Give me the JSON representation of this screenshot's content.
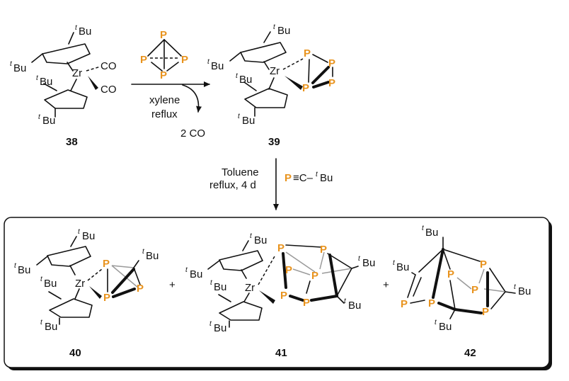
{
  "colors": {
    "phosphorus": "#E8931E",
    "bond": "#111111",
    "frame_shadow": "#111111"
  },
  "labels": {
    "tBu": "Bu",
    "t": "t",
    "Zr": "Zr",
    "CO": "CO",
    "P": "P",
    "plus": "+",
    "co_out": "2 CO"
  },
  "compounds": {
    "c38": "38",
    "c39": "39",
    "c40": "40",
    "c41": "41",
    "c42": "42"
  },
  "step1": {
    "line1": "xylene",
    "line2": "reflux"
  },
  "step2": {
    "line1": "Toluene",
    "line2": "reflux, 4 d",
    "reagent_c": "≡C–",
    "reagent_bu": "Bu"
  }
}
